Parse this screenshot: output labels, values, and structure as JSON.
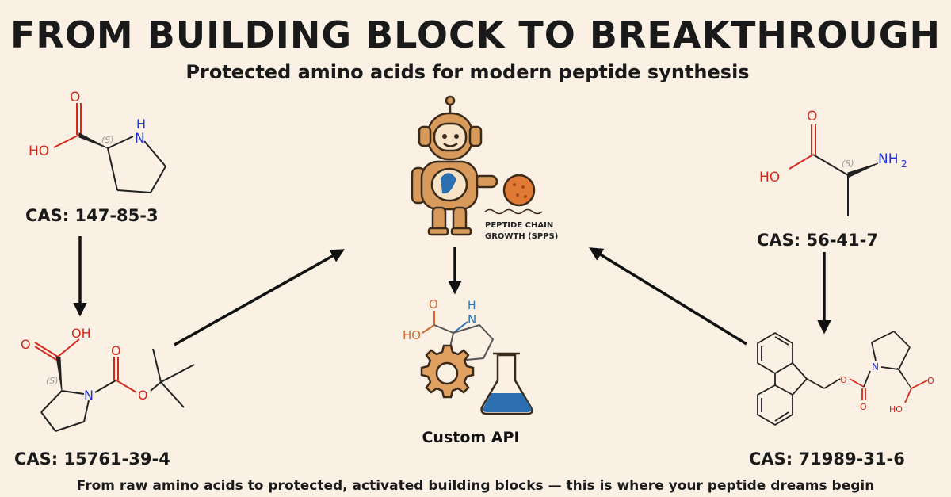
{
  "header": {
    "title": "FROM BUILDING BLOCK TO BREAKTHROUGH",
    "subtitle": "Protected amino acids for modern peptide synthesis"
  },
  "molecules": {
    "proline": {
      "cas": "CAS: 147-85-3",
      "atoms": {
        "o": "O",
        "ho": "HO",
        "nh": "H",
        "n": "N",
        "stereo": "(S)"
      }
    },
    "boc_proline": {
      "cas": "CAS: 15761-39-4",
      "atoms": {
        "oh": "OH",
        "o1": "O",
        "o2": "O",
        "o3": "O",
        "n": "N",
        "stereo": "(S)"
      }
    },
    "alanine": {
      "cas": "CAS: 56-41-7",
      "atoms": {
        "o": "O",
        "ho": "HO",
        "nh2": "NH",
        "sub2": "2",
        "stereo": "(S)"
      }
    },
    "fmoc_proline": {
      "cas": "CAS: 71989-31-6",
      "atoms": {
        "o1": "O",
        "o2": "O",
        "n": "N",
        "o3": "O",
        "ho": "HO"
      }
    }
  },
  "center": {
    "robot_label_line1": "PEPTIDE CHAIN",
    "robot_label_line2": "GROWTH (SPPS)",
    "api_label": "Custom API",
    "api_atoms": {
      "o": "O",
      "ho": "HO",
      "h": "H",
      "n": "N"
    }
  },
  "footer": {
    "text": "From raw amino acids to protected, activated building blocks — this is where your peptide dreams begin"
  },
  "colors": {
    "background": "#faf1e4",
    "oxygen": "#d22a1e",
    "nitrogen": "#1e2fd6",
    "robot": "#d79a5a",
    "gear": "#e0a060",
    "flask_liquid": "#2c6fb0"
  }
}
